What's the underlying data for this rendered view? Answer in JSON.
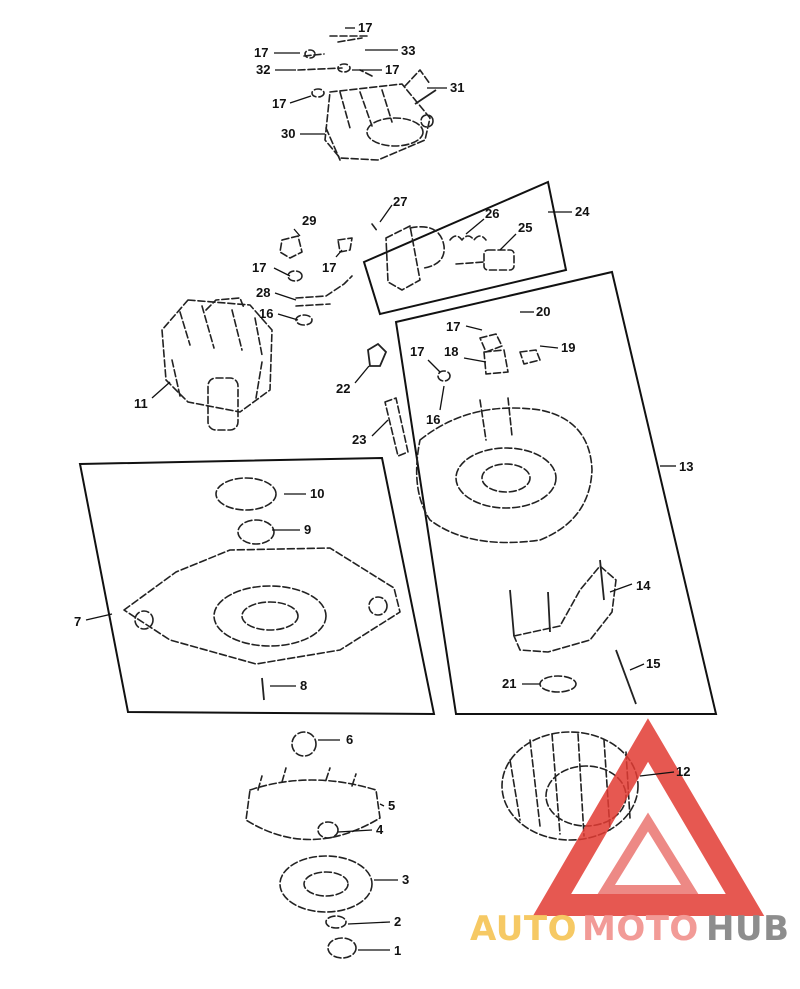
{
  "callouts": {
    "c1": "1",
    "c2": "2",
    "c3": "3",
    "c4": "4",
    "c5": "5",
    "c6": "6",
    "c7": "7",
    "c8": "8",
    "c9": "9",
    "c10": "10",
    "c11": "11",
    "c12": "12",
    "c13": "13",
    "c14": "14",
    "c15": "15",
    "c16a": "16",
    "c16b": "16",
    "c17a": "17",
    "c17b": "17",
    "c17c": "17",
    "c17d": "17",
    "c17e": "17",
    "c17f": "17",
    "c17g": "17",
    "c19": "19",
    "c20": "20",
    "c18": "18",
    "c21": "21",
    "c22": "22",
    "c23": "23",
    "c24": "24",
    "c25": "25",
    "c26": "26",
    "c27": "27",
    "c28": "28",
    "c29": "29",
    "c30": "30",
    "c31": "31",
    "c32": "32",
    "c33": "33"
  },
  "watermark": {
    "part1": "AUTO",
    "part2": "MOTO",
    "part3": "HUB",
    "color1": "#f5c04a",
    "color2": "#f08a86",
    "color3": "#7a7a7a",
    "triangle_color": "#e23b33"
  }
}
